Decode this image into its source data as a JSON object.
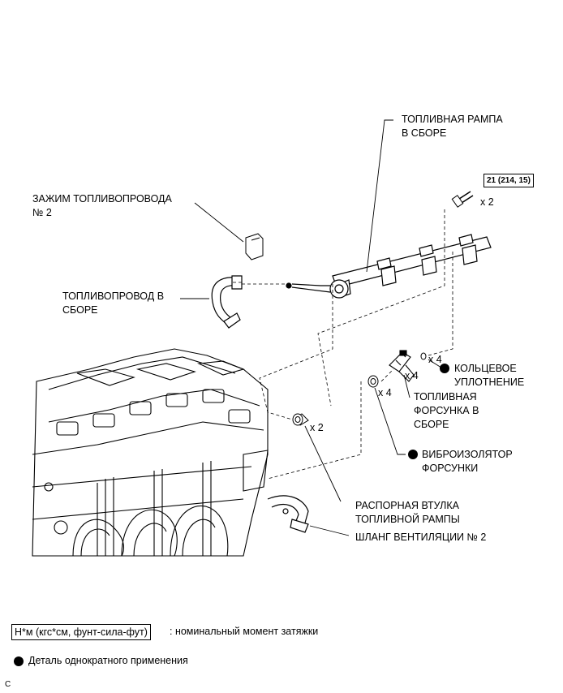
{
  "labels": {
    "fuel_rail": "ТОПЛИВНАЯ РАМПА\nВ СБОРЕ",
    "fuel_pipe_clamp": "ЗАЖИМ ТОПЛИВОПРОВОДА\n№ 2",
    "fuel_pipe": "ТОПЛИВОПРОВОД В\nСБОРЕ",
    "o_ring": "КОЛЬЦЕВОЕ\nУПЛОТНЕНИЕ",
    "injector": "ТОПЛИВНАЯ\nФОРСУНКА В\nСБОРЕ",
    "insulator": "ВИБРОИЗОЛЯТОР\nФОРСУНКИ",
    "spacer": "РАСПОРНАЯ ВТУЛКА\nТОПЛИВНОЙ РАМПЫ",
    "ventilation_hose": "ШЛАНГ ВЕНТИЛЯЦИИ № 2"
  },
  "torque_spec": "21 (214, 15)",
  "quantities": {
    "bolt": "x 2",
    "o_ring": "x 4",
    "injector": "x 4",
    "insulator": "x 4",
    "spacer": "x 2"
  },
  "legend": {
    "torque_box": "Н*м (кгс*см, фунт-сила-фут)",
    "torque_text": ": номинальный момент затяжки",
    "non_reusable": "Деталь однократного применения"
  },
  "corner_code": "C"
}
